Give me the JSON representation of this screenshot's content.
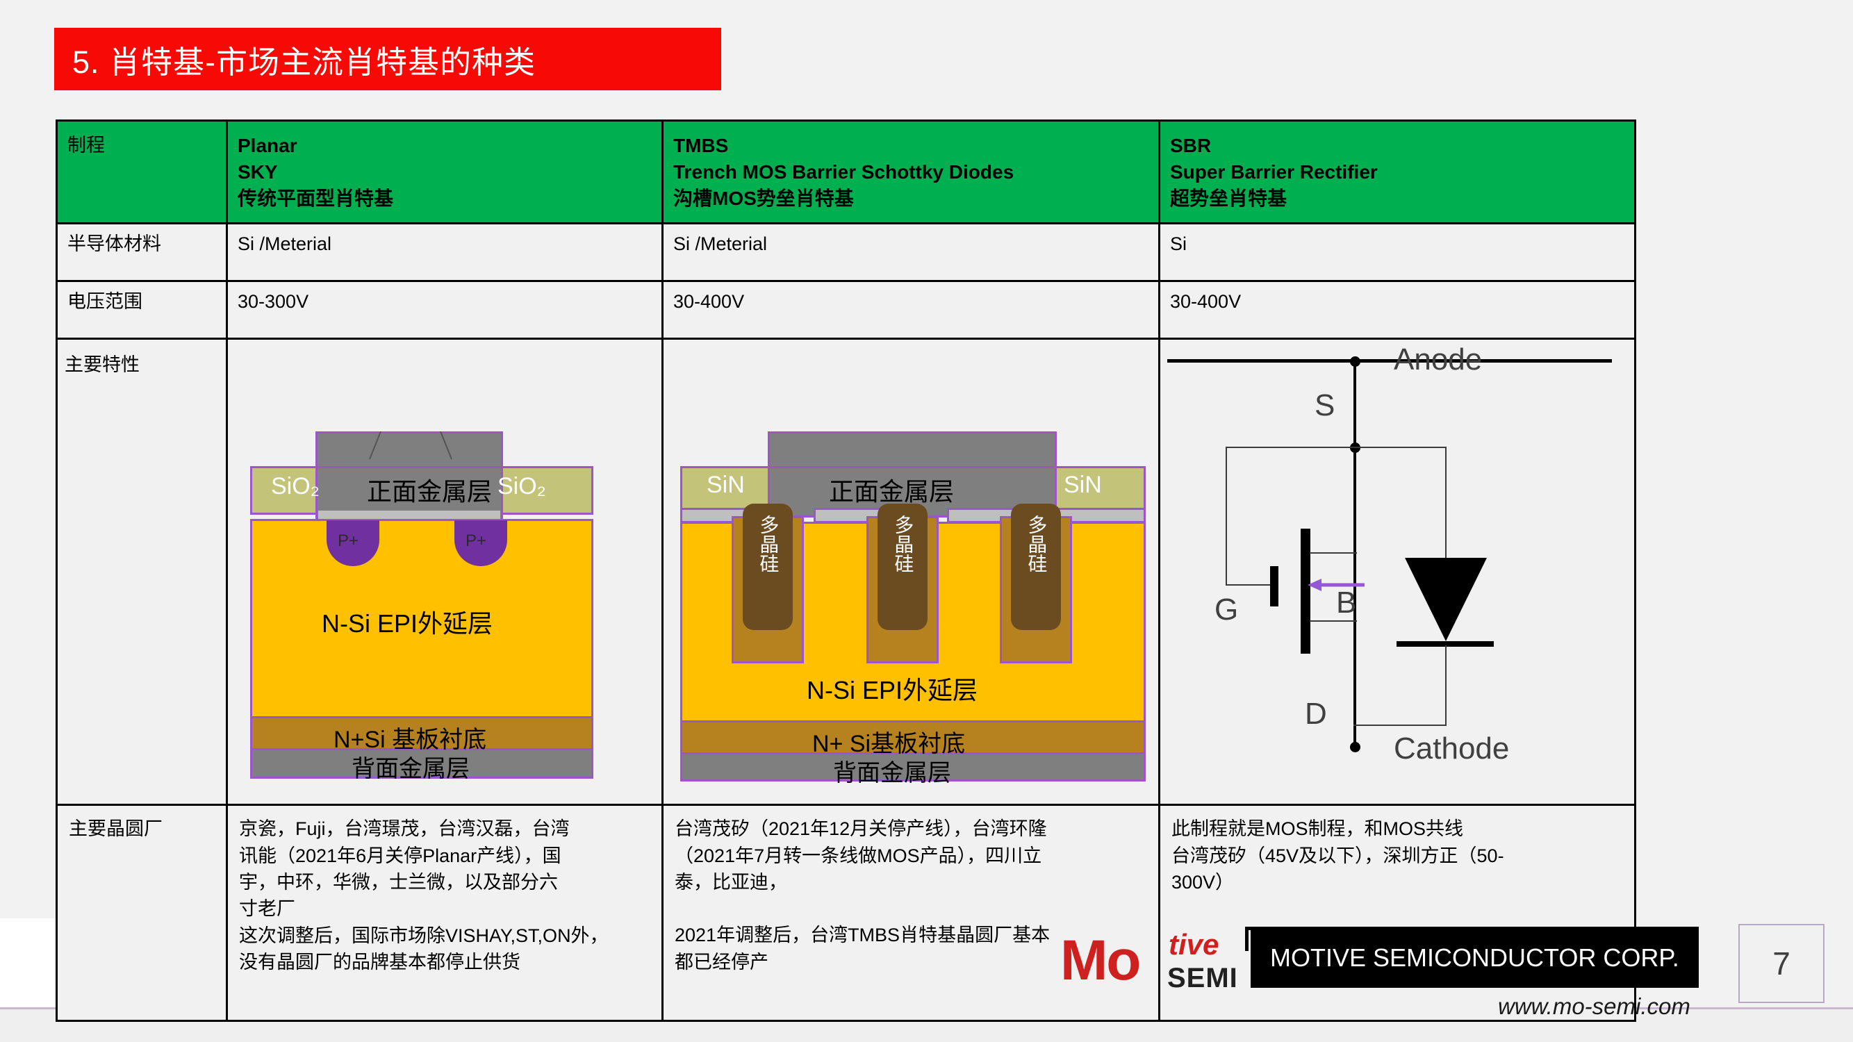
{
  "title": "5. 肖特基-市场主流肖特基的种类",
  "table": {
    "rows": {
      "process": {
        "label": "制程",
        "planar": {
          "l1": "Planar",
          "l2": "SKY",
          "l3": "传统平面型肖特基"
        },
        "tmbs": {
          "l1": "TMBS",
          "l2": "Trench MOS Barrier Schottky  Diodes",
          "l3": "沟槽MOS势垒肖特基"
        },
        "sbr": {
          "l1": "SBR",
          "l2": "Super Barrier Rectifier",
          "l3": "超势垒肖特基"
        }
      },
      "material": {
        "label": "半导体材料",
        "planar": "Si /Meterial",
        "tmbs": "Si /Meterial",
        "sbr": "Si"
      },
      "voltage": {
        "label": "电压范围",
        "planar": "30-300V",
        "tmbs": "30-400V",
        "sbr": "30-400V"
      },
      "features": {
        "label": "主要特性"
      },
      "foundry": {
        "label": "主要晶圆厂",
        "planar": [
          "京瓷，Fuji，台湾璟茂，台湾汉磊，台湾",
          "讯能（2021年6月关停Planar产线），国",
          "宇，中环，华微，士兰微，以及部分六",
          "寸老厂",
          "这次调整后，国际市场除VISHAY,ST,ON外，",
          "没有晶圆厂的品牌基本都停止供货"
        ],
        "tmbs": [
          "台湾茂矽（2021年12月关停产线），台湾环隆",
          "（2021年7月转一条线做MOS产品），四川立",
          "泰，比亚迪，",
          "",
          "2021年调整后，台湾TMBS肖特基晶圆厂基本",
          "都已经停产"
        ],
        "sbr": [
          "此制程就是MOS制程，和MOS共线",
          "台湾茂矽（45V及以下），深圳方正（50-",
          "300V）"
        ]
      }
    }
  },
  "diagrams": {
    "planar": {
      "front_metal": "正面金属层",
      "oxide_left": "SiO₂",
      "oxide_right": "SiO₂",
      "pplus_left": "P+",
      "pplus_right": "P+",
      "epi": "N-Si  EPI外延层",
      "substrate": "N+Si 基板衬底",
      "back_metal": "背面金属层"
    },
    "tmbs": {
      "front_metal": "正面金属层",
      "nitride_left": "SiN",
      "nitride_right": "SiN",
      "poly1": "多晶硅",
      "poly2": "多晶硅",
      "poly3": "多晶硅",
      "epi": "N-Si  EPI外延层",
      "substrate": "N+ Si基板衬底",
      "back_metal": "背面金属层"
    },
    "sbr": {
      "anode": "Anode",
      "cathode": "Cathode",
      "source": "S",
      "gate": "G",
      "drain": "D",
      "body": "B"
    }
  },
  "footer": {
    "logo_mo": "Mo",
    "logo_tive": "tive",
    "logo_semi": "SEMI",
    "company": "MOTIVE SEMICONDUCTOR CORP.",
    "url": "www.mo-semi.com",
    "page_number": "7"
  },
  "colors": {
    "title_bg": "#f70a06",
    "header_green": "#00b050",
    "metal_gray": "#7f7f7f",
    "oxide_olive": "#c3c37a",
    "epi_orange": "#ffc000",
    "substrate_brown": "#b5821f",
    "poly_dark_brown": "#6b4b20",
    "pplus_purple": "#7030a0",
    "outline_purple": "#9b57c9",
    "logo_red": "#cf2020"
  }
}
